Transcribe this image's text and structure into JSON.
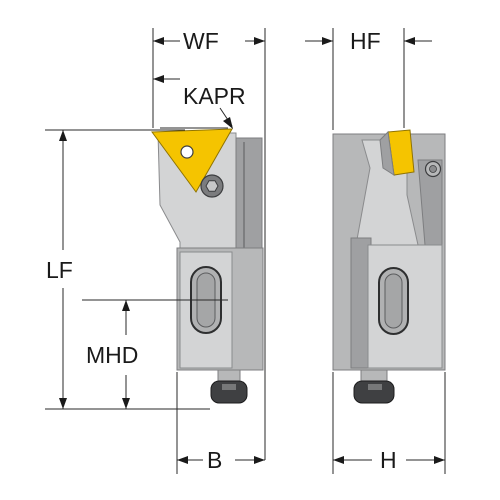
{
  "labels": {
    "wf": "WF",
    "hf": "HF",
    "kapr": "KAPR",
    "lf": "LF",
    "mhd": "MHD",
    "b": "B",
    "h": "H"
  },
  "colors": {
    "insert": "#f5c400",
    "body": "#b7b8b9",
    "lines": "#2a2a2a"
  }
}
